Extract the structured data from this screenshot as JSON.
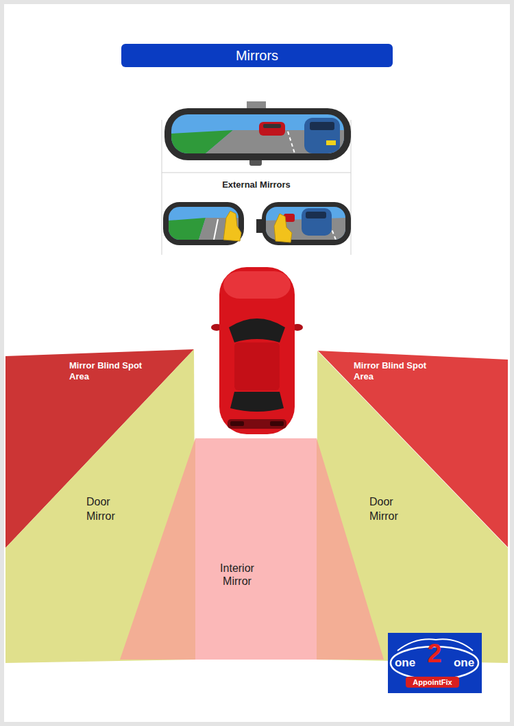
{
  "diagram": {
    "title": "Mirrors",
    "nodes": [
      {
        "text": [
          "Mirror Blind Spot Area"
        ]
      },
      {
        "text": [
          "Mirror Blind Spot Area"
        ]
      },
      {
        "text": [
          "Door Mirror"
        ]
      },
      {
        "text": [
          "Door Mirror"
        ]
      },
      {
        "text": [
          "Interior Mirror"
        ]
      },
      {
        "text": [
          "one",
          "2",
          "one",
          "AppointFix"
        ]
      }
    ],
    "labels": [
      "External Mirrors"
    ]
  }
}
